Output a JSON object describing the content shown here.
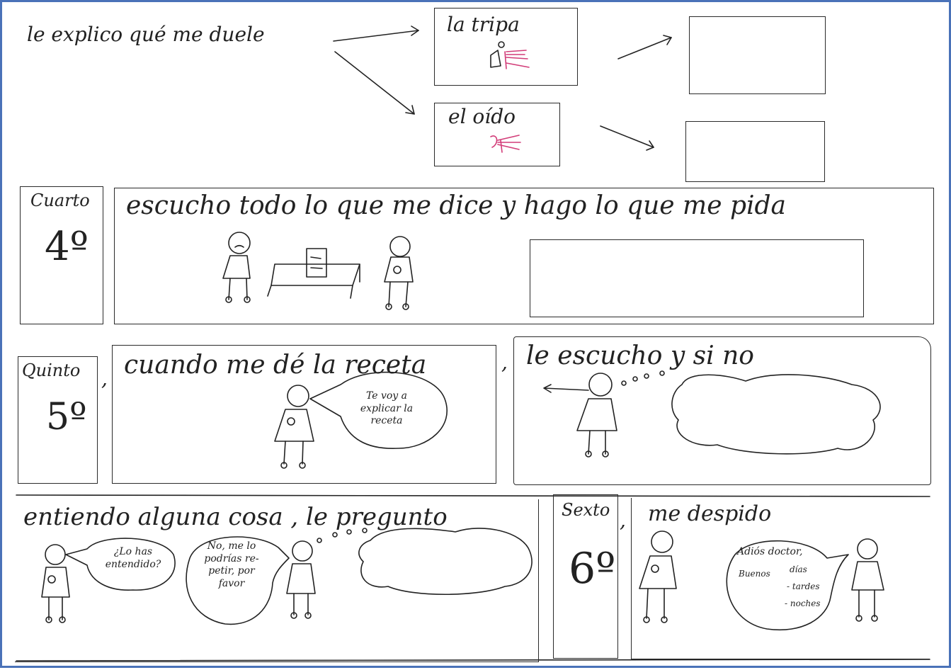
{
  "row1": {
    "intro": "le explico qué me duele",
    "option1": "la tripa",
    "option2": "el oído"
  },
  "step4": {
    "ordinal": "Cuarto",
    "number": "4º",
    "instruction": "escucho todo lo que me dice y hago lo que me pida"
  },
  "step5": {
    "ordinal": "Quinto",
    "number": "5º",
    "comma": ",",
    "instruction": "cuando me dé la receta",
    "comma2": ",",
    "instruction2": "le escucho y si no",
    "doctor_bubble": [
      "Te voy a",
      "explicar la",
      "receta"
    ]
  },
  "row4": {
    "instruction": "entiendo alguna cosa , le pregunto",
    "bubble1": [
      "¿Lo has",
      "entendido?"
    ],
    "bubble2": [
      "No, me lo",
      "podrías re-",
      "petir, por",
      "favor"
    ]
  },
  "step6": {
    "ordinal": "Sexto",
    "comma": ",",
    "number": "6º",
    "instruction": "me despido",
    "bubble_line1": "Adiós doctor,",
    "bubble_buenos": "Buenos",
    "bubble_options": [
      "días",
      "- tardes",
      "- noches"
    ]
  }
}
